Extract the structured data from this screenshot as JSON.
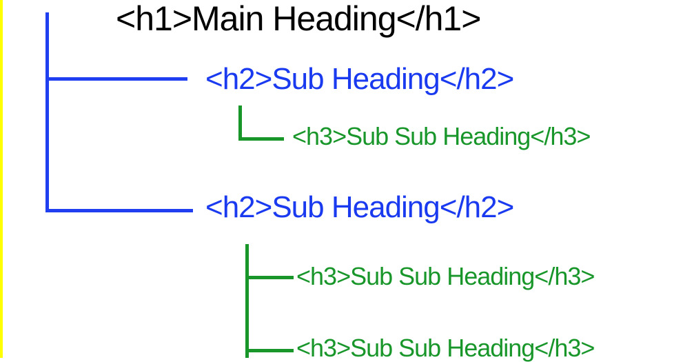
{
  "colors": {
    "edge": "#ffff00",
    "h1": "#000000",
    "h2": "#1a3af0",
    "h3": "#18962a",
    "h2_line": "#1f3ff0",
    "h3_line": "#18962a"
  },
  "tree": {
    "h1": "<h1>Main Heading</h1>",
    "sections": [
      {
        "h2": "<h2>Sub Heading</h2>",
        "h3": [
          "<h3>Sub Sub Heading</h3>"
        ]
      },
      {
        "h2": "<h2>Sub Heading</h2>",
        "h3": [
          "<h3>Sub Sub Heading</h3>",
          "<h3>Sub Sub Heading</h3>"
        ]
      }
    ]
  }
}
